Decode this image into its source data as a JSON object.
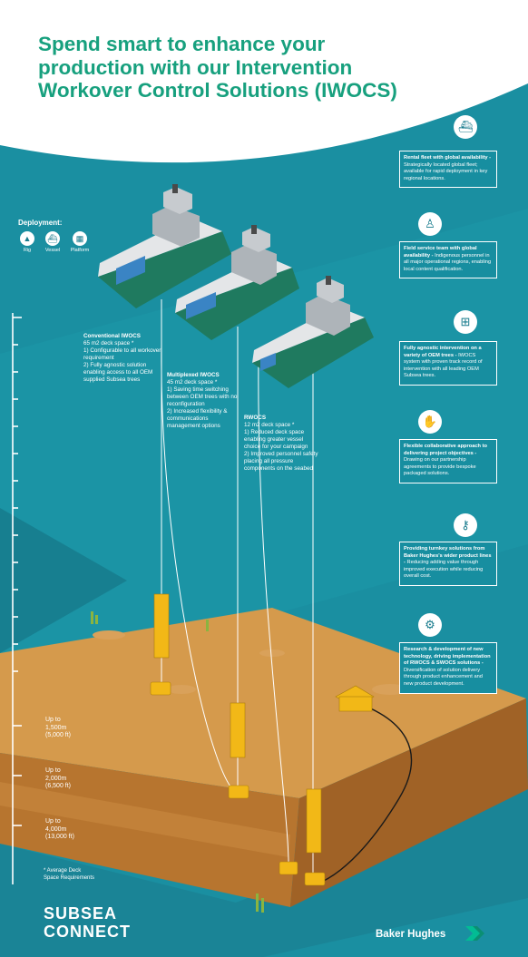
{
  "header": {
    "title": "Spend smart to enhance your production with our Intervention Workover Control Solutions (IWOCS)"
  },
  "deployment": {
    "title": "Deployment:",
    "items": [
      {
        "label": "Rig",
        "icon": "rig-icon"
      },
      {
        "label": "Vessel",
        "icon": "vessel-icon"
      },
      {
        "label": "Platform",
        "icon": "platform-icon"
      }
    ]
  },
  "systems": [
    {
      "title": "Conventional IWOCS",
      "body": "65 m2 deck space *\n1) Configurable to all workover requirement\n2) Fully agnostic solution enabling access to all OEM supplied Subsea trees"
    },
    {
      "title": "Multiplexed IWOCS",
      "body": "45 m2 deck space *\n1) Saving time switching between OEM trees with no reconfiguration\n2) Increased flexibility & communications management options"
    },
    {
      "title": "RWOCS",
      "body": "12 m2 deck space *\n1) Reduced deck space enabling greater vessel choice for your campaign\n2) Improved personnel safety placing all pressure components on the seabed"
    }
  ],
  "benefits": [
    {
      "icon": "vessel-icon",
      "title": "Rental fleet with global availability -",
      "body": "Strategically located global fleet; available for rapid deployment in key regional locations."
    },
    {
      "icon": "person-icon",
      "title": "Field service team with global availability -",
      "body": "Indigenous personnel in all major operational regions, enabling local content qualification."
    },
    {
      "icon": "subsea-tree-icon",
      "title": "Fully agnostic intervention on a variety of OEM trees -",
      "body": "IWOCS system with proven track record of intervention with all leading OEM Subsea trees."
    },
    {
      "icon": "handshake-icon",
      "title": "Flexible collaborative approach to delivering project objectives -",
      "body": "Drawing on our partnership agreements to provide bespoke packaged solutions."
    },
    {
      "icon": "key-icon",
      "title": "Providing turnkey solutions from Baker Hughes's wider product lines -",
      "body": "Reducing adding value through improved execution while reducing overall cost."
    },
    {
      "icon": "gears-icon",
      "title": "Research & development of new technology, driving implementation of RWOCS & SWOCS solutions -",
      "body": "Diversification of solution delivery through product enhancement and new product development."
    }
  ],
  "depths": [
    {
      "label": "Up to\n1,500m\n(5,000 ft)"
    },
    {
      "label": "Up to\n2,000m\n(6,500 ft)"
    },
    {
      "label": "Up to\n4,000m\n(13,000 ft)"
    }
  ],
  "footnote": "* Average Deck\nSpace Requirements",
  "footer": {
    "brand_left_line1": "SUBSEA",
    "brand_left_line2": "CONNECT",
    "brand_right": "Baker Hughes"
  },
  "colors": {
    "title": "#17a07e",
    "sea": "#1a8fa1",
    "sea_deep": "#157d8e",
    "seabed": "#c98a3e",
    "hull": "#1f7a5f",
    "equipment": "#f2b817"
  }
}
